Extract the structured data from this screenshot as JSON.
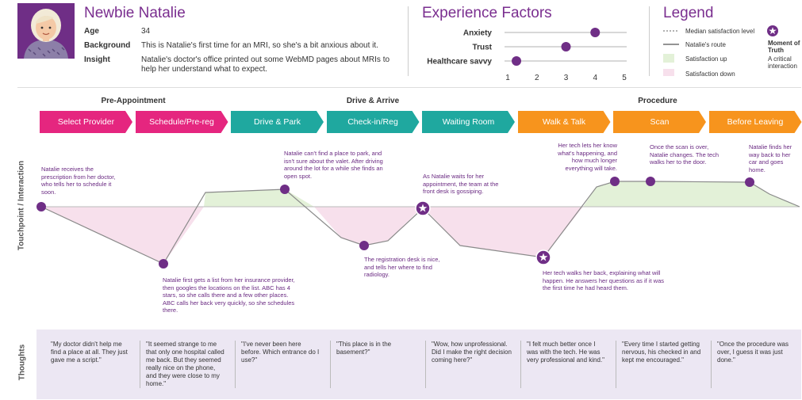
{
  "persona": {
    "name": "Newbie Natalie",
    "age_label": "Age",
    "age": "34",
    "background_label": "Background",
    "background": "This is Natalie's first time for an MRI, so she's a bit anxious about it.",
    "insight_label": "Insight",
    "insight": "Natalie's doctor's office printed out some WebMD pages about MRIs to help her understand what to expect."
  },
  "experience": {
    "title": "Experience Factors",
    "factors": [
      {
        "label": "Anxiety",
        "value": 4.0
      },
      {
        "label": "Trust",
        "value": 3.0
      },
      {
        "label": "Healthcare savvy",
        "value": 1.3
      }
    ],
    "scale": [
      "1",
      "2",
      "3",
      "4",
      "5"
    ]
  },
  "legend": {
    "title": "Legend",
    "median": "Median satisfaction level",
    "route": "Natalie's route",
    "up": "Satisfaction up",
    "down": "Satisfaction down",
    "mot_title": "Moment of Truth",
    "mot_desc": "A critical interaction"
  },
  "phases": [
    {
      "label": "Pre-Appointment",
      "color": "#e5267f"
    },
    {
      "label": "Drive & Arrive",
      "color": "#1fa89f"
    },
    {
      "label": "Procedure",
      "color": "#f7941d"
    }
  ],
  "stages": [
    {
      "label": "Select Provider",
      "color": "#e5267f"
    },
    {
      "label": "Schedule/Pre-reg",
      "color": "#e5267f"
    },
    {
      "label": "Drive & Park",
      "color": "#1fa89f"
    },
    {
      "label": "Check-in/Reg",
      "color": "#1fa89f"
    },
    {
      "label": "Waiting Room",
      "color": "#1fa89f"
    },
    {
      "label": "Walk & Talk",
      "color": "#f7941d"
    },
    {
      "label": "Scan",
      "color": "#f7941d"
    },
    {
      "label": "Before Leaving",
      "color": "#f7941d"
    }
  ],
  "side_labels": {
    "touchpoint": "Touchpoint / Interaction",
    "thoughts": "Thoughts"
  },
  "annotations": [
    "Natalie receives the prescription from her doctor, who tells her to schedule it soon.",
    "Natalie first gets a list from her insurance provider, then googles the locations on the list. ABC has 4 stars, so she calls there and a few other places. ABC calls her back very quickly, so she schedules there.",
    "Natalie can't find a place to park, and isn't sure about the valet. After driving around the lot for a while she finds an open spot.",
    "The registration desk is nice, and tells her where to find radiology.",
    "As Natalie waits for her appointment, the team at the front desk is gossiping.",
    "Her tech walks her back, explaining what will happen. He answers her questions as if it was the first time he had heard them.",
    "Her tech lets her know what's happening, and how much longer everything will take.",
    "Once the scan is over, Natalie changes. The tech walks her to the door.",
    "Natalie finds her way back to her car and goes home."
  ],
  "thoughts": [
    "\"My doctor didn't help me find a place at all. They just gave me a script.\"",
    "\"It seemed strange to me that only one hospital called me back. But they seemed really nice on the phone, and they were close to my home.\"",
    "\"I've never been here before. Which entrance do I use?\"",
    "\"This place is in the basement?\"",
    "\"Wow, how unprofessional. Did I make the right decision coming here?\"",
    "\"I felt much better once I was with the tech. He was very professional and kind.\"",
    "\"Every time I started getting nervous, his checked in and kept me encouraged.\"",
    "\"Once the procedure was over, I guess it was just done.\""
  ],
  "colors": {
    "purple": "#6f2e86",
    "up_fill": "#e3f1d8",
    "down_fill": "#f7e0ec",
    "route": "#888888",
    "median": "#999999"
  }
}
